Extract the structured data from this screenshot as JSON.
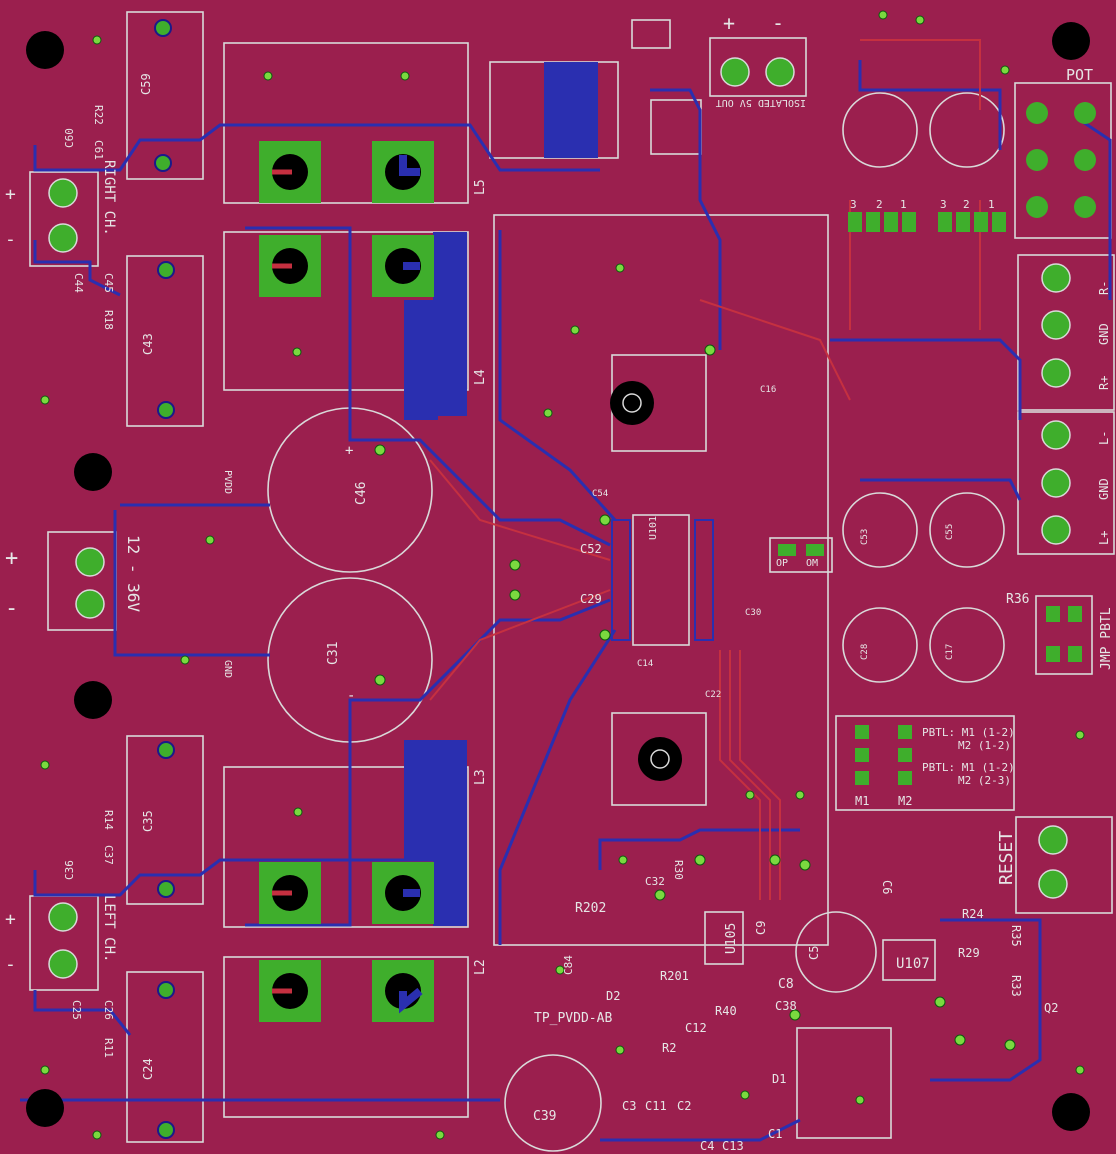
{
  "colors": {
    "board": "#9b1f4e",
    "copper_top": "#b0233f",
    "copper_bottom": "#2a2fb0",
    "pad": "#3fae2c",
    "silk": "#d9d9d9",
    "hole": "#000000",
    "via": "#7ad93f"
  },
  "labels": {
    "pot": "POT",
    "right_ch": "RIGHT CH.",
    "left_ch": "LEFT CH.",
    "vin": "12 - 36V",
    "isolated": "ISOLATED 5V OUT",
    "reset": "RESET",
    "jmp_pbtl": "JMP PBTL",
    "tp_pvdd": "TP_PVDD-AB",
    "pvdd": "PVDD",
    "gnd": "GND",
    "r_minus": "R-",
    "r_gnd": "GND",
    "r_plus": "R+",
    "l_minus": "L-",
    "l_gnd": "GND",
    "l_plus": "L+",
    "pbtl_line1": "PBTL: M1 (1-2)",
    "pbtl_line2": "M2 (1-2)",
    "pbtl_line3": "PBTL: M1 (1-2)",
    "pbtl_line4": "M2 (2-3)",
    "m1": "M1",
    "m2": "M2",
    "plus": "+",
    "minus": "-",
    "pin1": "1",
    "pin2": "2",
    "pin3": "3",
    "u101": "U101",
    "u105": "U105",
    "u107": "U107",
    "op": "OP",
    "om": "OM",
    "r36": "R36",
    "r202": "R202",
    "r201": "R201"
  },
  "refdes": {
    "c59": "C59",
    "c60": "C60",
    "c61": "C61",
    "r22": "R22",
    "c44": "C44",
    "c45": "C45",
    "r18": "R18",
    "c43": "C43",
    "c46": "C46",
    "c31": "C31",
    "c35": "C35",
    "c36": "C36",
    "c37": "C37",
    "r14": "R14",
    "c24": "C24",
    "c25": "C25",
    "c26": "C26",
    "r11": "R11",
    "l5": "L5",
    "l4": "L4",
    "l3": "L3",
    "l2": "L2",
    "c52": "C52",
    "c29": "C29",
    "c39": "C39",
    "c8": "C8",
    "c5": "C5",
    "c9": "C9",
    "c38": "C38",
    "r40": "R40",
    "r2": "R2",
    "d1": "D1",
    "c1": "C1",
    "c3": "C3",
    "c11": "C11",
    "c2": "C2",
    "c4": "C4",
    "c13": "C13",
    "c12": "C12",
    "c84": "C84",
    "c17": "C17",
    "c53": "C53",
    "c55": "C55",
    "c28": "C28",
    "c16": "C16",
    "c54": "C54",
    "c14": "C14",
    "c22": "C22",
    "c30": "C30",
    "c32": "C32",
    "r30": "R30",
    "q2": "Q2",
    "r35": "R35",
    "r24": "R24",
    "r33": "R33",
    "r29": "R29",
    "d2": "D2",
    "c6": "C6"
  }
}
